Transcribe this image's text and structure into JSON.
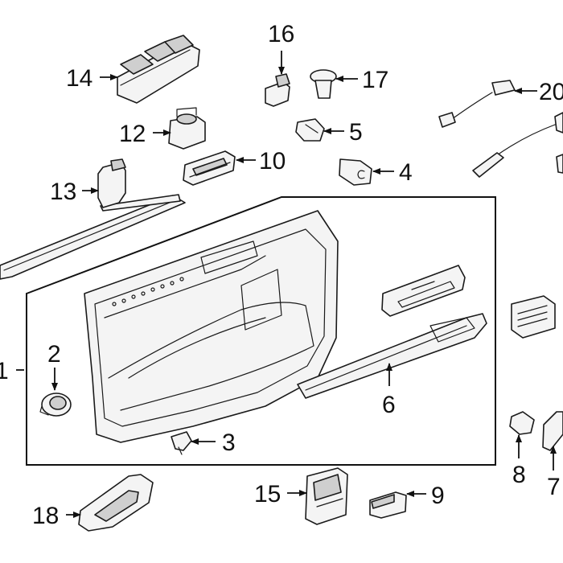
{
  "diagram": {
    "callouts": [
      {
        "id": "p1",
        "label": "1"
      },
      {
        "id": "p2",
        "label": "2"
      },
      {
        "id": "p3",
        "label": "3"
      },
      {
        "id": "p4",
        "label": "4"
      },
      {
        "id": "p5",
        "label": "5"
      },
      {
        "id": "p6",
        "label": "6"
      },
      {
        "id": "p7",
        "label": "7"
      },
      {
        "id": "p8",
        "label": "8"
      },
      {
        "id": "p9",
        "label": "9"
      },
      {
        "id": "p10",
        "label": "10"
      },
      {
        "id": "p12",
        "label": "12"
      },
      {
        "id": "p13",
        "label": "13"
      },
      {
        "id": "p14",
        "label": "14"
      },
      {
        "id": "p15",
        "label": "15"
      },
      {
        "id": "p16",
        "label": "16"
      },
      {
        "id": "p17",
        "label": "17"
      },
      {
        "id": "p18",
        "label": "18"
      },
      {
        "id": "p20",
        "label": "20"
      }
    ]
  },
  "colors": {
    "line": "#1a1a1a",
    "fill_light": "#f4f4f4",
    "fill_dark": "#cfcfcf",
    "background": "#ffffff"
  }
}
